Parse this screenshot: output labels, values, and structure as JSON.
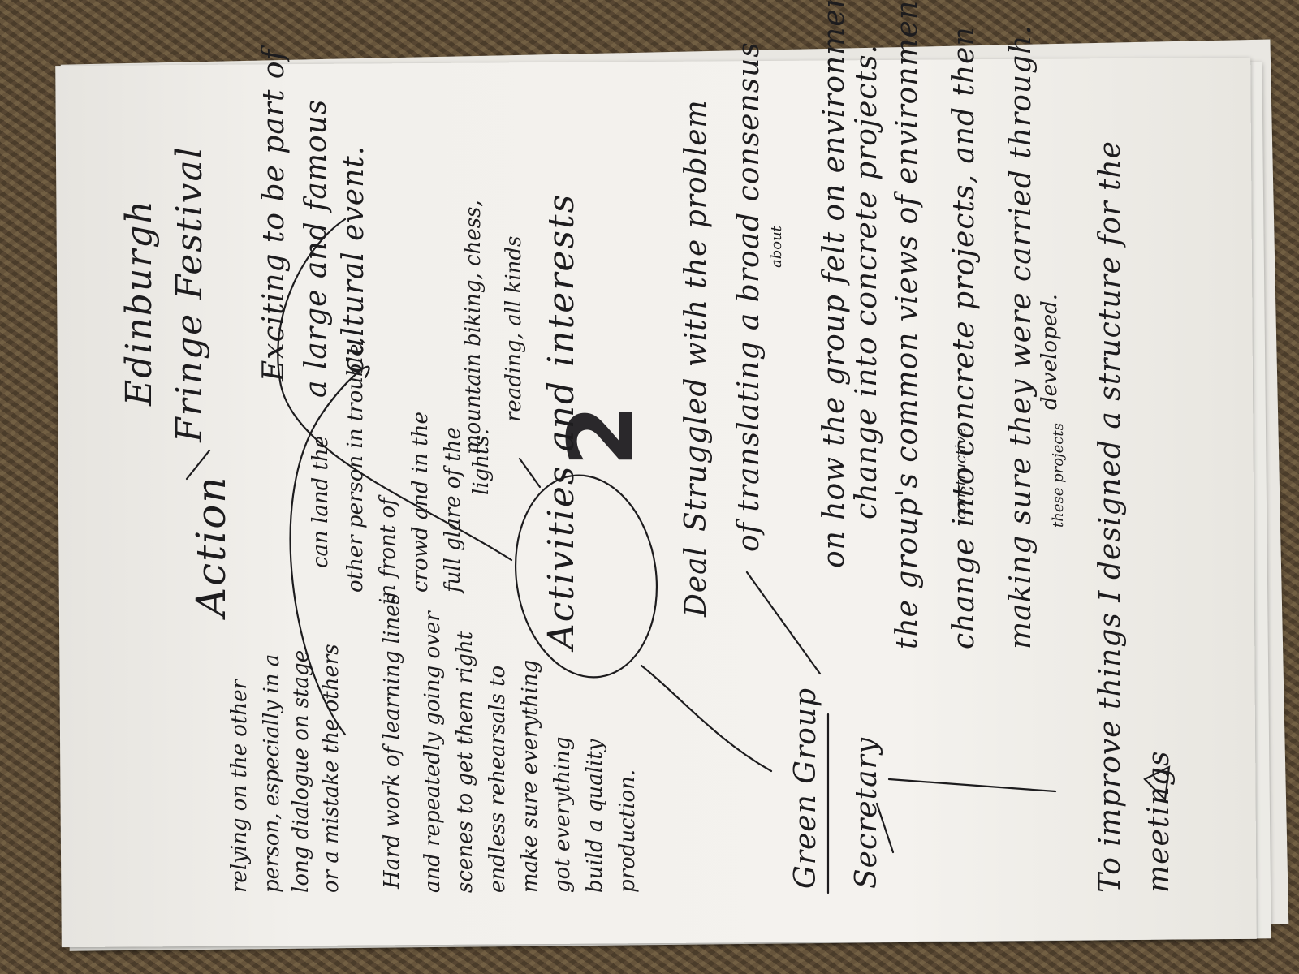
{
  "notes": {
    "title": "Activities and interests",
    "number": "2",
    "action_branch": {
      "heading": "Action",
      "edinburgh_1": "Edinburgh",
      "edinburgh_2": "Fringe Festival",
      "exciting_1": "Exciting to be part of",
      "exciting_2": "a large and famous",
      "exciting_3": "cultural event.",
      "relying_1": "relying on the other",
      "relying_2": "person, especially in a",
      "relying_3": "long dialogue on stage",
      "relying_4": "or a mistake the others",
      "relying_5": "can land the",
      "relying_6": "other person in trouble,",
      "relying_7": "in front of",
      "relying_8": "crowd and in the",
      "relying_9": "full glare of the",
      "relying_10": "lights.",
      "hard_1": "Hard work of learning lines",
      "hard_2": "and repeatedly going over",
      "hard_3": "scenes to get them right",
      "hard_4": "endless rehearsals to",
      "hard_5": "make sure everything",
      "hard_6": "got everything",
      "hard_7": "build a quality",
      "hard_8": "production."
    },
    "hobbies_branch": {
      "line_1": "mountain biking, chess,",
      "line_2": "reading, all kinds"
    },
    "green_branch": {
      "heading": "Green Group",
      "role": "Secretary",
      "deal_1": "Deal",
      "deal_2": "Struggled with the problem",
      "deal_3": "of translating a broad consensus",
      "deal_4": "about",
      "deal_5": "on how the group felt on environmental",
      "deal_6": "change into concrete projects.",
      "common_1": "the group's common views of environmental",
      "common_2": "constructive",
      "common_3": "change into concrete projects, and then",
      "common_4": "making sure they were carried through.",
      "common_5": "these projects",
      "common_6": "developed.",
      "improve_1": "To improve things I designed a structure for the",
      "improve_2": "meetings"
    }
  }
}
